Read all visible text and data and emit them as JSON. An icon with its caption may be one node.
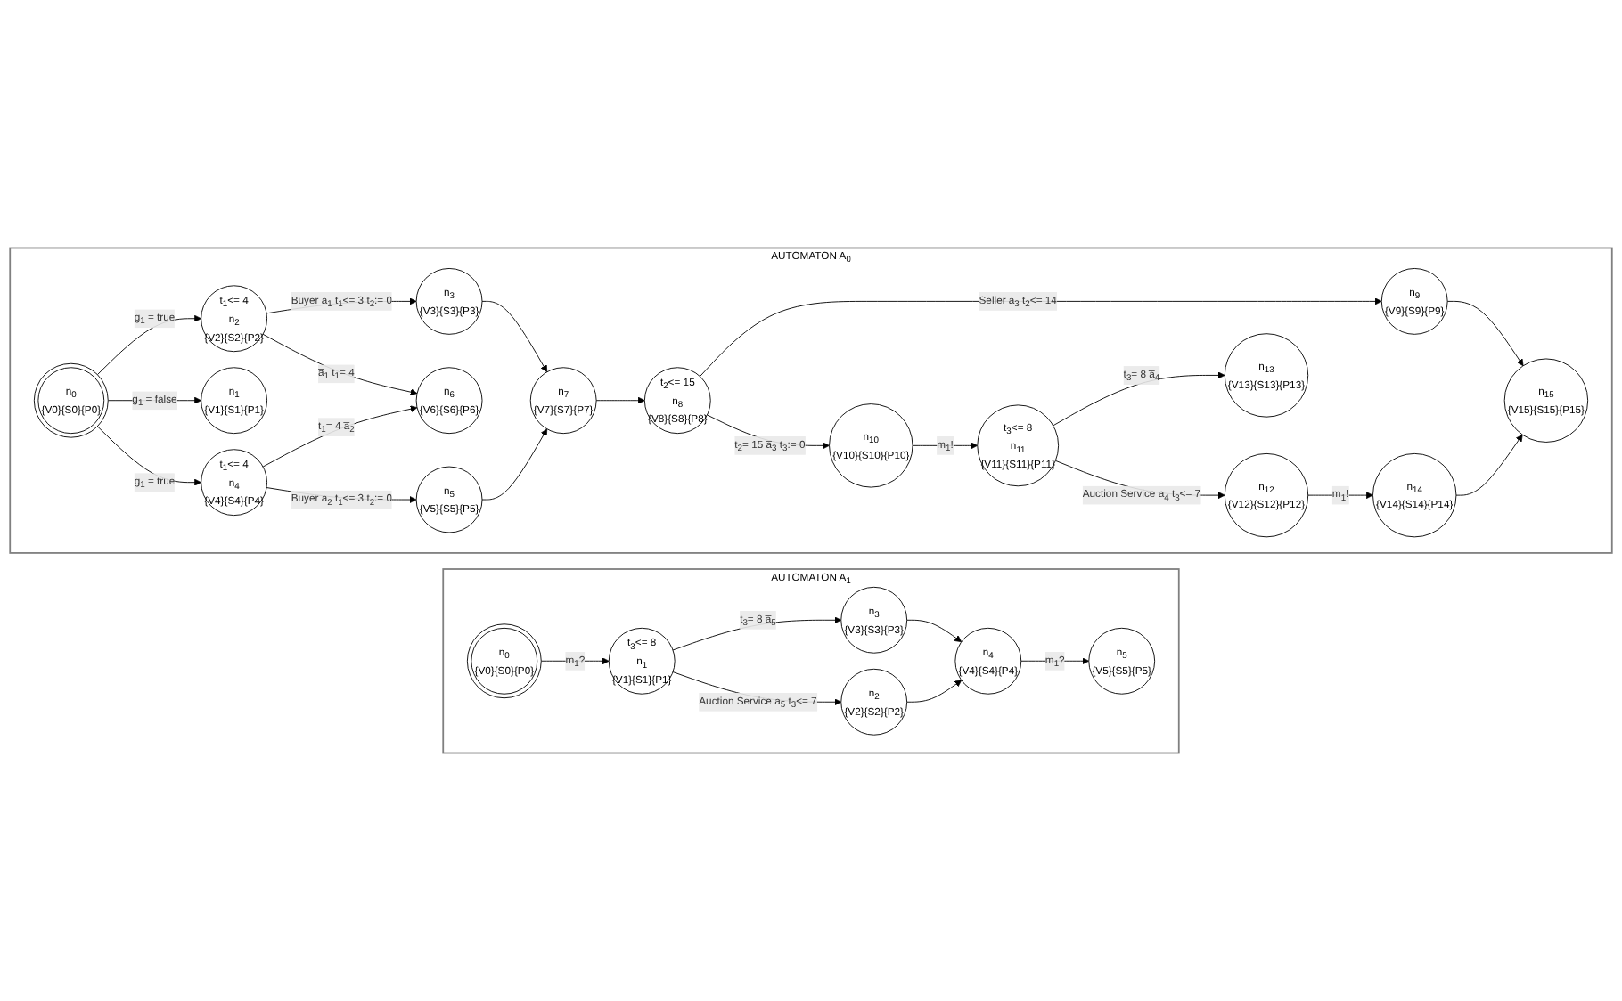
{
  "diagram": {
    "nodes": [
      {
        "text": [
          "AUTOMATON A$_{0}$"
        ]
      },
      {
        "text": [
          "n$_{0}$",
          "{V0}{S0}{P0}"
        ],
        "in": 0
      },
      {
        "text": [
          "n$_{1}$",
          "{V1}{S1}{P1}"
        ],
        "in": 0
      },
      {
        "text": [
          "t$_{1}$<= 4",
          "n$_{2}$",
          "{V2}{S2}{P2}"
        ],
        "in": 0
      },
      {
        "text": [
          "n$_{3}$",
          "{V3}{S3}{P3}"
        ],
        "in": 0
      },
      {
        "text": [
          "t$_{1}$<= 4",
          "n$_{4}$",
          "{V4}{S4}{P4}"
        ],
        "in": 0
      },
      {
        "text": [
          "n$_{5}$",
          "{V5}{S5}{P5}"
        ],
        "in": 0
      },
      {
        "text": [
          "n$_{6}$",
          "{V6}{S6}{P6}"
        ],
        "in": 0
      },
      {
        "text": [
          "n$_{7}$",
          "{V7}{S7}{P7}"
        ],
        "in": 0
      },
      {
        "text": [
          "t$_{2}$<= 15",
          "n$_{8}$",
          "{V8}{S8}{P8}"
        ],
        "in": 0
      },
      {
        "text": [
          "n$_{9}$",
          "{V9}{S9}{P9}"
        ],
        "in": 0
      },
      {
        "text": [
          "n$_{10}$",
          "{V10}{S10}{P10}"
        ],
        "in": 0
      },
      {
        "text": [
          "t$_{3}$<= 8",
          "n$_{11}$",
          "{V11}{S11}{P11}"
        ],
        "in": 0
      },
      {
        "text": [
          "n$_{12}$",
          "{V12}{S12}{P12}"
        ],
        "in": 0
      },
      {
        "text": [
          "n$_{13}$",
          "{V13}{S13}{P13}"
        ],
        "in": 0
      },
      {
        "text": [
          "n$_{14}$",
          "{V14}{S14}{P14}"
        ],
        "in": 0
      },
      {
        "text": [
          "n$_{15}$",
          "{V15}{S15}{P15}"
        ],
        "in": 0
      },
      {
        "text": [
          "AUTOMATON A$_{1}$"
        ]
      },
      {
        "text": [
          "n$_{0}$",
          "{V0}{S0}{P0}"
        ],
        "in": 17
      },
      {
        "text": [
          "t$_{3}$<= 8",
          "n$_{1}$",
          "{V1}{S1}{P1}"
        ],
        "in": 17
      },
      {
        "text": [
          "n$_{2}$",
          "{V2}{S2}{P2}"
        ],
        "in": 17
      },
      {
        "text": [
          "n$_{3}$",
          "{V3}{S3}{P3}"
        ],
        "in": 17
      },
      {
        "text": [
          "n$_{4}$",
          "{V4}{S4}{P4}"
        ],
        "in": 17
      },
      {
        "text": [
          "n$_{5}$",
          "{V5}{S5}{P5}"
        ],
        "in": 17
      }
    ],
    "edges": [
      {
        "from": 1,
        "to": 3,
        "arrow": "to",
        "label": "g$_{1}$ = true"
      },
      {
        "from": 1,
        "to": 2,
        "arrow": "to",
        "label": "g$_{1}$ = false"
      },
      {
        "from": 1,
        "to": 5,
        "arrow": "to",
        "label": "g$_{1}$ = true"
      },
      {
        "from": 3,
        "to": 4,
        "arrow": "to",
        "label": "Buyer a$_{1}$ t$_{1}$<= 3 t$_{2}$:= 0"
      },
      {
        "from": 3,
        "to": 7,
        "arrow": "to",
        "label": "a̅$_{1}$ t$_{1}$= 4"
      },
      {
        "from": 5,
        "to": 7,
        "arrow": "to",
        "label": "t$_{1}$= 4 a̅$_{2}$"
      },
      {
        "from": 5,
        "to": 6,
        "arrow": "to",
        "label": "Buyer a$_{2}$ t$_{1}$<= 3 t$_{2}$:= 0"
      },
      {
        "from": 4,
        "to": 8,
        "arrow": "to"
      },
      {
        "from": 6,
        "to": 8,
        "arrow": "to"
      },
      {
        "from": 8,
        "to": 9,
        "arrow": "to"
      },
      {
        "from": 9,
        "to": 11,
        "arrow": "to",
        "label": "t$_{2}$= 15 a̅$_{3}$ t$_{3}$:= 0"
      },
      {
        "from": 9,
        "to": 10,
        "arrow": "to",
        "label": "Seller a$_{3}$ t$_{2}$<= 14"
      },
      {
        "from": 10,
        "to": 16,
        "arrow": "to"
      },
      {
        "from": 11,
        "to": 12,
        "arrow": "to",
        "label": "m$_{1}$!"
      },
      {
        "from": 12,
        "to": 13,
        "arrow": "to",
        "label": "Auction Service a$_{4}$ t$_{3}$<= 7"
      },
      {
        "from": 12,
        "to": 14,
        "arrow": "to",
        "label": "t$_{3}$= 8 a̅$_{4}$"
      },
      {
        "from": 13,
        "to": 15,
        "arrow": "to",
        "label": "m$_{1}$!"
      },
      {
        "from": 15,
        "to": 16,
        "arrow": "to"
      },
      {
        "from": 18,
        "to": 19,
        "arrow": "to",
        "label": "m$_{1}$?"
      },
      {
        "from": 19,
        "to": 21,
        "arrow": "to",
        "label": "t$_{3}$= 8 a̅$_{5}$"
      },
      {
        "from": 19,
        "to": 20,
        "arrow": "to",
        "label": "Auction Service a$_{5}$ t$_{3}$<= 7"
      },
      {
        "from": 21,
        "to": 22,
        "arrow": "to"
      },
      {
        "from": 20,
        "to": 22,
        "arrow": "to"
      },
      {
        "from": 22,
        "to": 23,
        "arrow": "to",
        "label": "m$_{1}$?"
      }
    ]
  }
}
